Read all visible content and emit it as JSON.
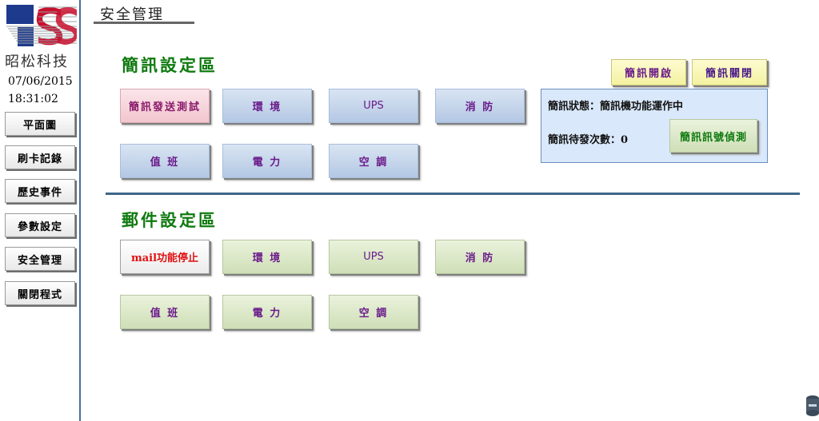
{
  "company": {
    "name": "昭松科技",
    "date": "07/06/2015",
    "time": "18:31:02"
  },
  "sidebar": {
    "items": [
      {
        "label": "平面圖"
      },
      {
        "label": "刷卡記錄"
      },
      {
        "label": "歷史事件"
      },
      {
        "label": "參數設定"
      },
      {
        "label": "安全管理"
      },
      {
        "label": "關閉程式"
      }
    ]
  },
  "page": {
    "title": "安全管理"
  },
  "sms": {
    "title": "簡訊設定區",
    "buttons": {
      "send_test": "簡訊發送測試",
      "environment": "環 境",
      "ups": "UPS",
      "fire": "消 防",
      "duty": "值 班",
      "power": "電 力",
      "aircon": "空 調"
    },
    "open": "簡訊開啟",
    "close": "簡訊關閉",
    "status_label": "簡訊狀態：簡訊機功能運作中",
    "pending_label": "簡訊待發次數：0",
    "detect": "簡訊訊號偵測"
  },
  "mail": {
    "title": "郵件設定區",
    "buttons": {
      "stop": "mail功能停止",
      "environment": "環 境",
      "ups": "UPS",
      "fire": "消 防",
      "duty": "值 班",
      "power": "電 力",
      "aircon": "空 調"
    }
  },
  "colors": {
    "section_title": "#0f7a0f",
    "sidebar_border": "#4a6e98",
    "divider": "#3e6689",
    "status_bg": "#d9e8fa",
    "stop_text": "#e01010"
  }
}
